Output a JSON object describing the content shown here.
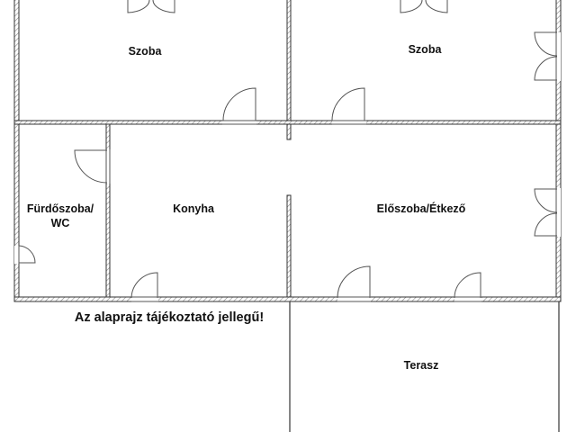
{
  "rooms": {
    "bedroom_left": "Szoba",
    "bedroom_right": "Szoba",
    "bathroom_line1": "Fürdőszoba/",
    "bathroom_line2": "WC",
    "kitchen": "Konyha",
    "hall_dining": "Előszoba/Étkező",
    "terrace": "Terasz"
  },
  "notice": "Az alaprajz tájékoztató jellegű!",
  "colors": {
    "wall_outline": "#333333",
    "hatch": "#888888",
    "background": "#ffffff"
  }
}
